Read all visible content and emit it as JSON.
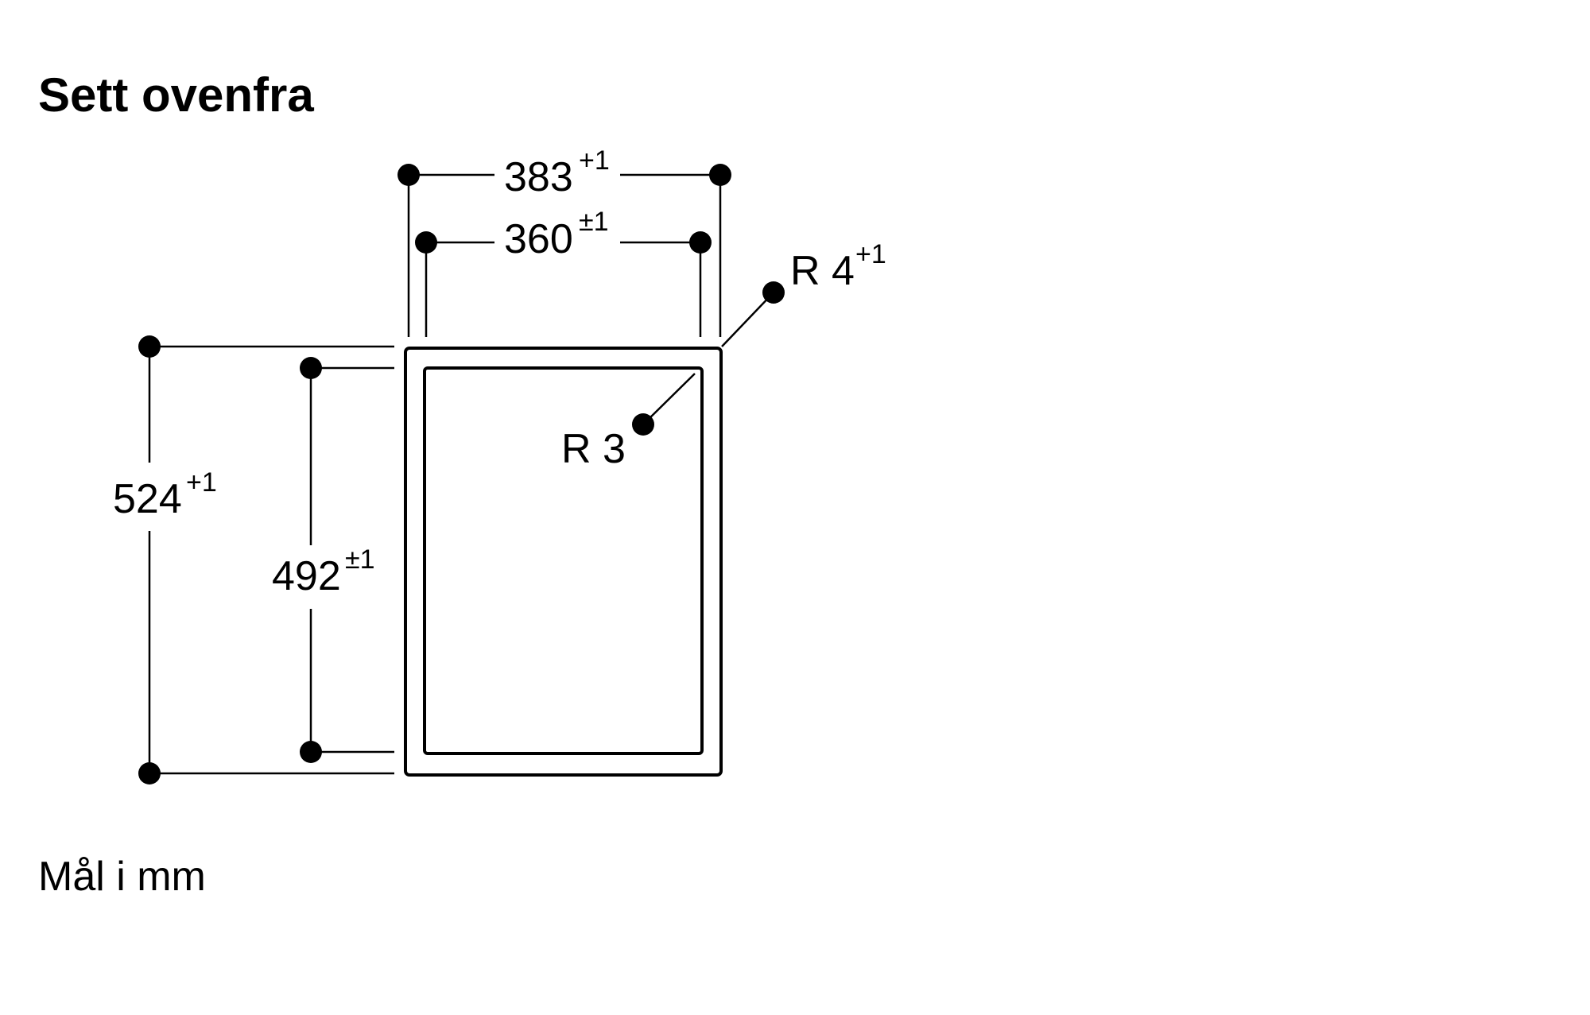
{
  "title": "Sett ovenfra",
  "footer": "Mål i mm",
  "dimensions": {
    "outer_width": {
      "value": "383",
      "tolerance": "+1"
    },
    "inner_width": {
      "value": "360",
      "tolerance": "±1"
    },
    "outer_height": {
      "value": "524",
      "tolerance": "+1"
    },
    "inner_height": {
      "value": "492",
      "tolerance": "±1"
    }
  },
  "radii": {
    "outer": {
      "label": "R 4",
      "tolerance": "+1"
    },
    "inner": {
      "label": "R 3"
    }
  }
}
